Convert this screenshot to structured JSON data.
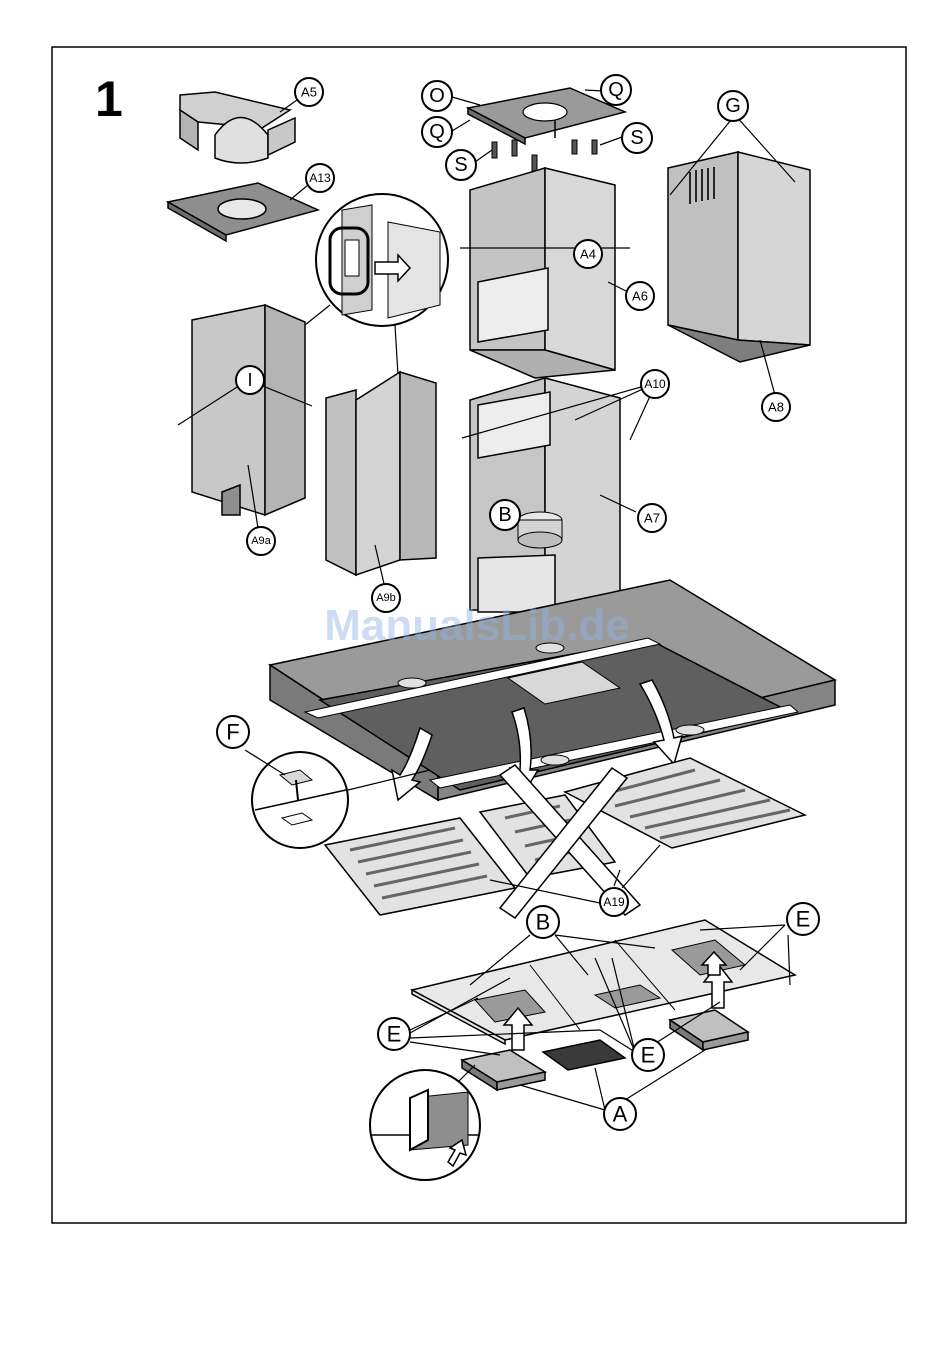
{
  "figure_number": "1",
  "watermark": "ManualsLib.de",
  "colors": {
    "part_fill": "#b4b4b4",
    "part_dark": "#8e8e8e",
    "panel_light": "#e4e4e4",
    "outline": "#000000",
    "watermark": "#8fb4e6"
  },
  "labels": {
    "A5": "A5",
    "A13": "A13",
    "O": "O",
    "Q_top": "Q",
    "Q_left": "Q",
    "S_left": "S",
    "S_right": "S",
    "G": "G",
    "A4": "A4",
    "A6": "A6",
    "A8": "A8",
    "I": "I",
    "A10": "A10",
    "B_duct": "B",
    "A7": "A7",
    "A9a": "A9a",
    "A9b": "A9b",
    "F": "F",
    "A19": "A19",
    "B_panel": "B",
    "E_right": "E",
    "E_left": "E",
    "E_center": "E",
    "A": "A"
  }
}
